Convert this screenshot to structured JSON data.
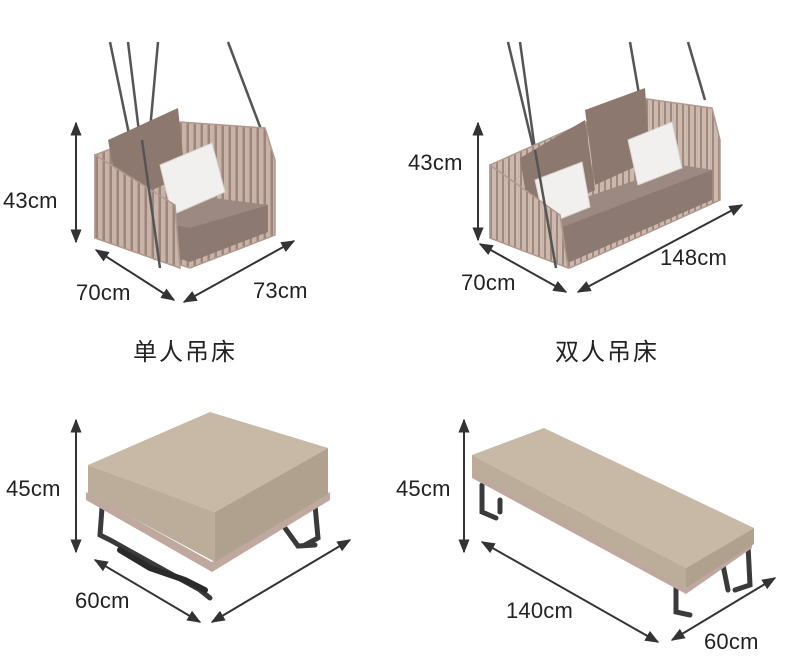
{
  "products": [
    {
      "id": "single-swing",
      "caption": "单人吊床",
      "height": "43cm",
      "depth": "70cm",
      "width": "73cm"
    },
    {
      "id": "double-swing",
      "caption": "双人吊床",
      "height": "43cm",
      "depth": "70cm",
      "width": "148cm"
    },
    {
      "id": "small-ottoman",
      "height": "45cm",
      "depth": "60cm"
    },
    {
      "id": "long-bench",
      "height": "45cm",
      "width": "140cm",
      "depth": "60cm"
    }
  ],
  "colors": {
    "cushion": "#8c7a72",
    "frame": "#c8b2a8",
    "pillow": "#f2f0ee",
    "ottoman_top": "#c8b8a6",
    "metal": "#3a3a3a",
    "dimension_line": "#333333"
  }
}
